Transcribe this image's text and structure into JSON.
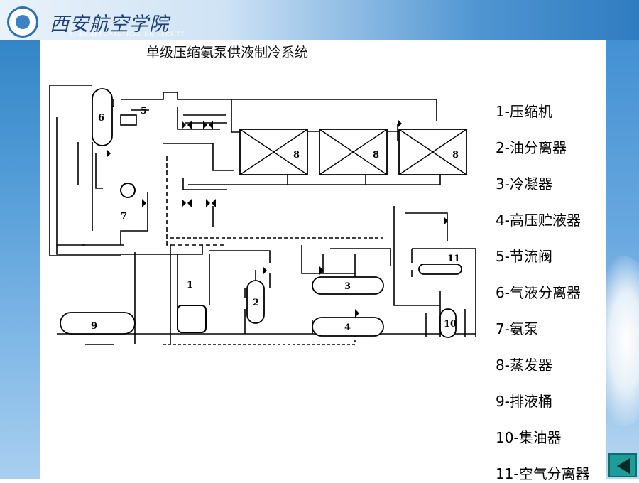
{
  "header": {
    "university_name": "西安航空学院",
    "university_name_en": "XI'AN AERONAUTICAL UNIVERSITY"
  },
  "slide": {
    "title": "单级压缩氨泵供液制冷系统"
  },
  "diagram": {
    "labels": [
      "1",
      "2",
      "3",
      "4",
      "5",
      "6",
      "7",
      "8",
      "8",
      "8",
      "9",
      "10",
      "11"
    ]
  },
  "legend": [
    "1-压缩机",
    "2-油分离器",
    "3-冷凝器",
    "4-高压贮液器",
    "5-节流阀",
    "6-气液分离器",
    "7-氨泵",
    "8-蒸发器",
    "9-排液桶",
    "10-集油器",
    "11-空气分离器"
  ],
  "nav": {
    "back_icon": "triangle-left-icon"
  }
}
